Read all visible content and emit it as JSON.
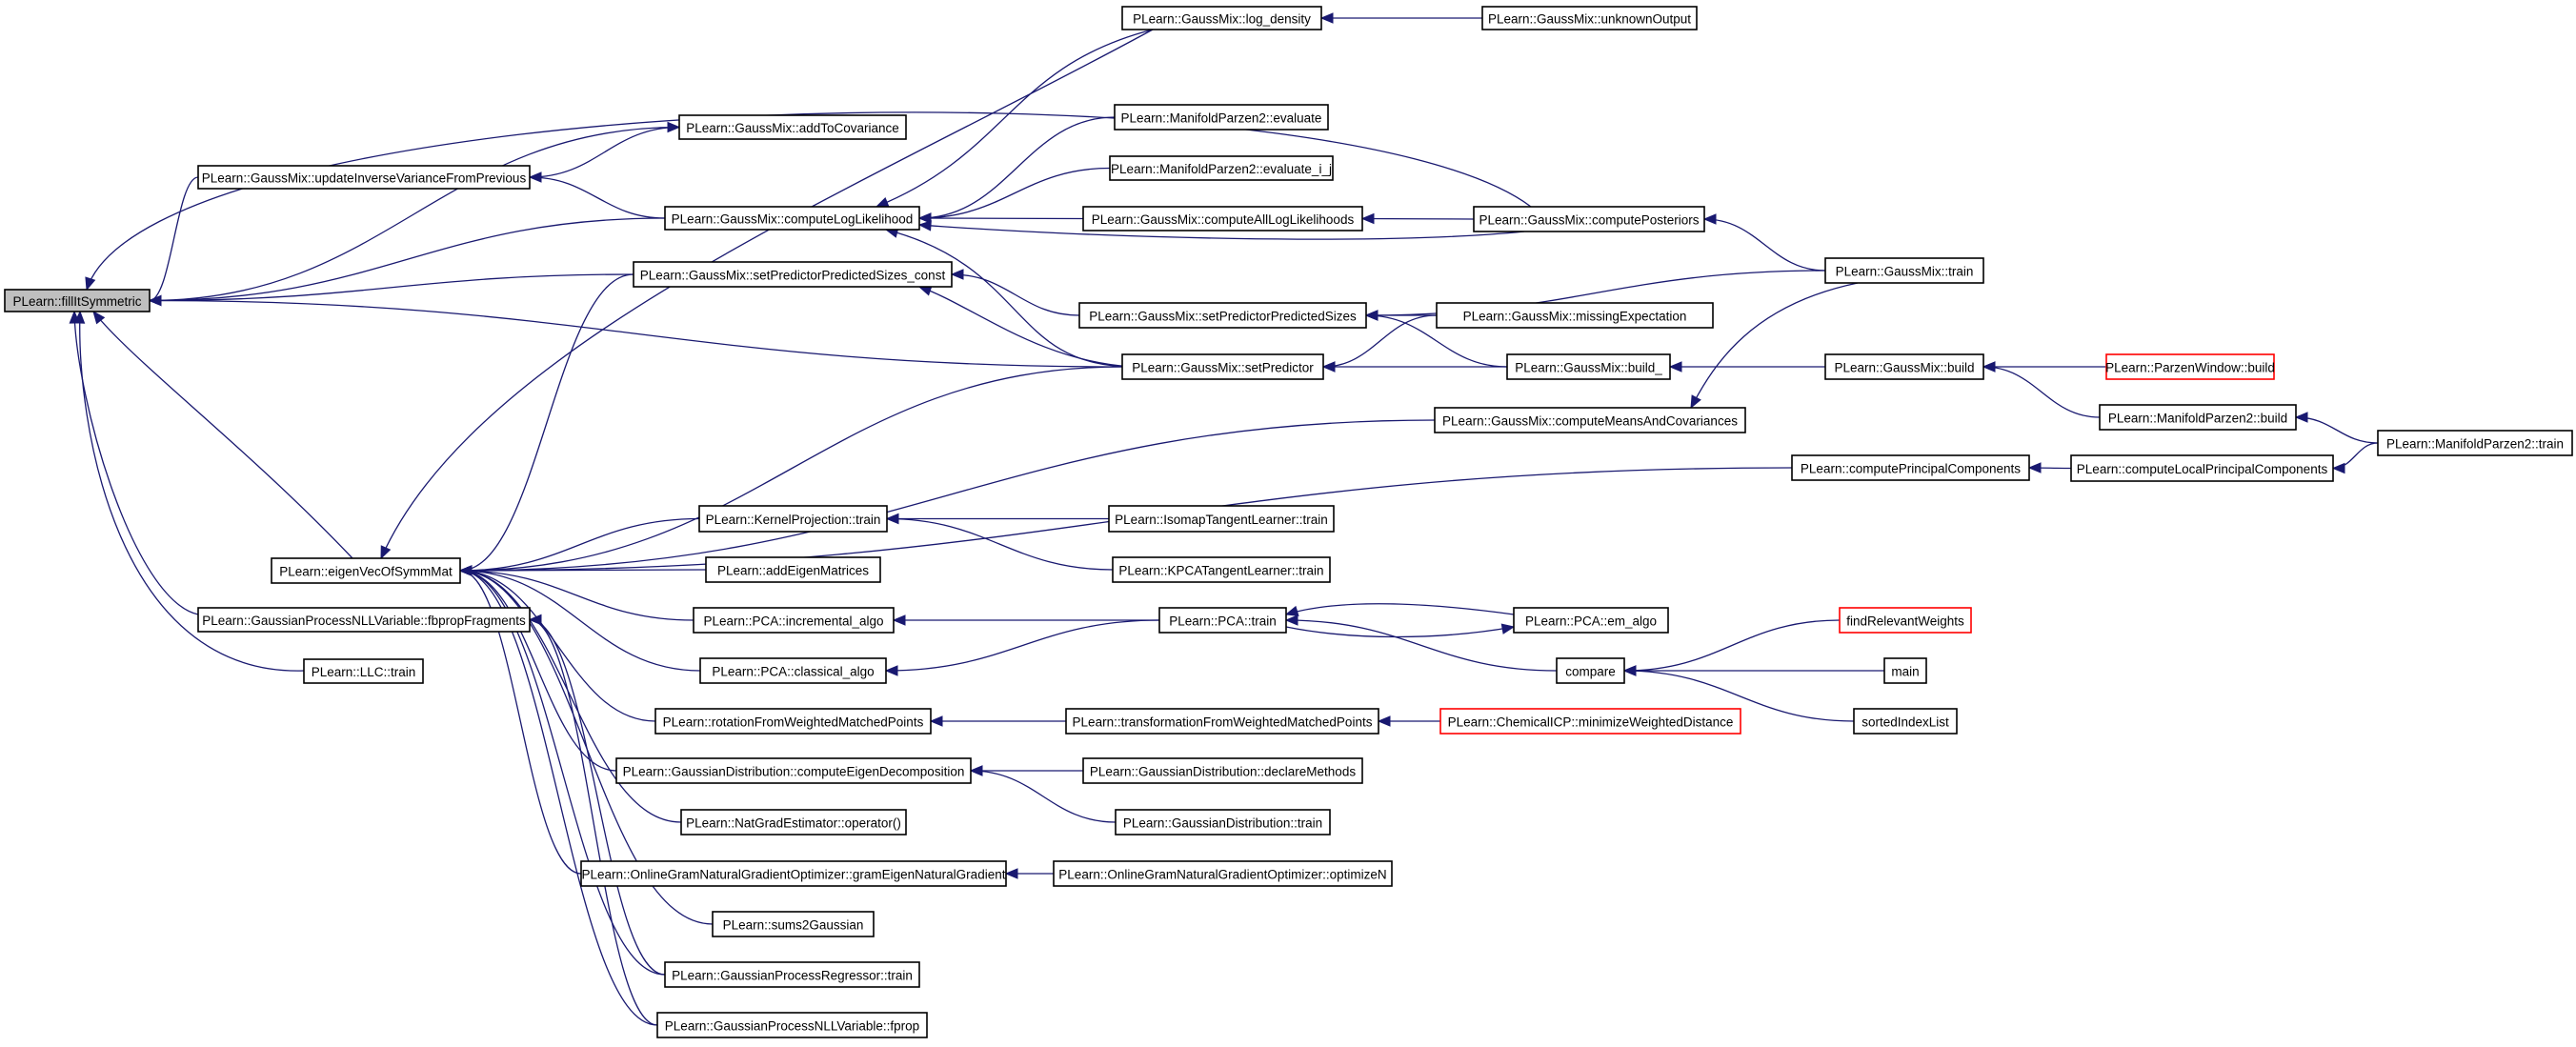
{
  "colors": {
    "edge": "#191970",
    "node_border": "#000000",
    "truncated_border": "#ff0000",
    "root_fill": "#bfbfbf"
  },
  "nodes": [
    {
      "id": "root",
      "label": "PLearn::fillItSymmetric",
      "role": "root"
    },
    {
      "id": "addToCov",
      "label": "PLearn::GaussMix::addToCovariance"
    },
    {
      "id": "updInv",
      "label": "PLearn::GaussMix::updateInverseVarianceFromPrevious"
    },
    {
      "id": "compLogLik",
      "label": "PLearn::GaussMix::computeLogLikelihood"
    },
    {
      "id": "setPPSconst",
      "label": "PLearn::GaussMix::setPredictorPredictedSizes_const"
    },
    {
      "id": "eigen",
      "label": "PLearn::eigenVecOfSymmMat"
    },
    {
      "id": "gpnllFb",
      "label": "PLearn::GaussianProcessNLLVariable::fbpropFragments"
    },
    {
      "id": "llc",
      "label": "PLearn::LLC::train"
    },
    {
      "id": "logDensity",
      "label": "PLearn::GaussMix::log_density"
    },
    {
      "id": "unknownOut",
      "label": "PLearn::GaussMix::unknownOutput"
    },
    {
      "id": "mpEval",
      "label": "PLearn::ManifoldParzen2::evaluate"
    },
    {
      "id": "mpEvalIJ",
      "label": "PLearn::ManifoldParzen2::evaluate_i_j"
    },
    {
      "id": "compAllLog",
      "label": "PLearn::GaussMix::computeAllLogLikelihoods"
    },
    {
      "id": "compPost",
      "label": "PLearn::GaussMix::computePosteriors"
    },
    {
      "id": "gmTrain",
      "label": "PLearn::GaussMix::train"
    },
    {
      "id": "setPPS",
      "label": "PLearn::GaussMix::setPredictorPredictedSizes"
    },
    {
      "id": "missExp",
      "label": "PLearn::GaussMix::missingExpectation"
    },
    {
      "id": "setPred",
      "label": "PLearn::GaussMix::setPredictor"
    },
    {
      "id": "build_",
      "label": "PLearn::GaussMix::build_"
    },
    {
      "id": "gmBuild",
      "label": "PLearn::GaussMix::build"
    },
    {
      "id": "pwBuild",
      "label": "PLearn::ParzenWindow::build",
      "role": "truncated"
    },
    {
      "id": "compMeans",
      "label": "PLearn::GaussMix::computeMeansAndCovariances"
    },
    {
      "id": "mpBuild",
      "label": "PLearn::ManifoldParzen2::build"
    },
    {
      "id": "mpTrain",
      "label": "PLearn::ManifoldParzen2::train"
    },
    {
      "id": "compPC",
      "label": "PLearn::computePrincipalComponents"
    },
    {
      "id": "compLocPC",
      "label": "PLearn::computeLocalPrincipalComponents"
    },
    {
      "id": "kpTrain",
      "label": "PLearn::KernelProjection::train"
    },
    {
      "id": "isoTrain",
      "label": "PLearn::IsomapTangentLearner::train"
    },
    {
      "id": "kpcaTrain",
      "label": "PLearn::KPCATangentLearner::train"
    },
    {
      "id": "addEig",
      "label": "PLearn::addEigenMatrices"
    },
    {
      "id": "pcaInc",
      "label": "PLearn::PCA::incremental_algo"
    },
    {
      "id": "pcaTrain",
      "label": "PLearn::PCA::train"
    },
    {
      "id": "pcaEm",
      "label": "PLearn::PCA::em_algo"
    },
    {
      "id": "pcaClass",
      "label": "PLearn::PCA::classical_algo"
    },
    {
      "id": "compare",
      "label": "compare"
    },
    {
      "id": "findRel",
      "label": "findRelevantWeights",
      "role": "truncated"
    },
    {
      "id": "main",
      "label": "main"
    },
    {
      "id": "sortedIdx",
      "label": "sortedIndexList"
    },
    {
      "id": "rotWMP",
      "label": "PLearn::rotationFromWeightedMatchedPoints"
    },
    {
      "id": "transWMP",
      "label": "PLearn::transformationFromWeightedMatchedPoints"
    },
    {
      "id": "chemICP",
      "label": "PLearn::ChemicalICP::minimizeWeightedDistance",
      "role": "truncated"
    },
    {
      "id": "gdEigen",
      "label": "PLearn::GaussianDistribution::computeEigenDecomposition"
    },
    {
      "id": "gdDeclare",
      "label": "PLearn::GaussianDistribution::declareMethods"
    },
    {
      "id": "gdTrain",
      "label": "PLearn::GaussianDistribution::train"
    },
    {
      "id": "natGrad",
      "label": "PLearn::NatGradEstimator::operator()"
    },
    {
      "id": "ognGram",
      "label": "PLearn::OnlineGramNaturalGradientOptimizer::gramEigenNaturalGradient"
    },
    {
      "id": "ognOpt",
      "label": "PLearn::OnlineGramNaturalGradientOptimizer::optimizeN"
    },
    {
      "id": "sums2g",
      "label": "PLearn::sums2Gaussian"
    },
    {
      "id": "gprTrain",
      "label": "PLearn::GaussianProcessRegressor::train"
    },
    {
      "id": "gpnllFprop",
      "label": "PLearn::GaussianProcessNLLVariable::fprop"
    }
  ],
  "edges": [
    [
      "addToCov",
      "root"
    ],
    [
      "updInv",
      "root"
    ],
    [
      "compLogLik",
      "root"
    ],
    [
      "setPPSconst",
      "root"
    ],
    [
      "setPred",
      "root"
    ],
    [
      "eigen",
      "root"
    ],
    [
      "gpnllFb",
      "root"
    ],
    [
      "llc",
      "root"
    ],
    [
      "compPost",
      "root"
    ],
    [
      "updInv",
      "addToCov"
    ],
    [
      "compLogLik",
      "updInv"
    ],
    [
      "logDensity",
      "compLogLik"
    ],
    [
      "mpEval",
      "compLogLik"
    ],
    [
      "mpEvalIJ",
      "compLogLik"
    ],
    [
      "compAllLog",
      "compLogLik"
    ],
    [
      "compPost",
      "compLogLik"
    ],
    [
      "setPred",
      "compLogLik"
    ],
    [
      "unknownOut",
      "logDensity"
    ],
    [
      "compPost",
      "compAllLog"
    ],
    [
      "gmTrain",
      "compPost"
    ],
    [
      "setPPS",
      "setPPSconst"
    ],
    [
      "setPred",
      "setPPSconst"
    ],
    [
      "missExp",
      "setPPS"
    ],
    [
      "build_",
      "setPPS"
    ],
    [
      "gmTrain",
      "setPPS"
    ],
    [
      "missExp",
      "setPred"
    ],
    [
      "build_",
      "setPred"
    ],
    [
      "gmBuild",
      "build_"
    ],
    [
      "pwBuild",
      "gmBuild"
    ],
    [
      "mpBuild",
      "gmBuild"
    ],
    [
      "mpTrain",
      "mpBuild"
    ],
    [
      "gmTrain",
      "compMeans"
    ],
    [
      "logDensity",
      "eigen"
    ],
    [
      "setPPSconst",
      "eigen"
    ],
    [
      "setPred",
      "eigen"
    ],
    [
      "compMeans",
      "eigen"
    ],
    [
      "compPC",
      "eigen"
    ],
    [
      "kpTrain",
      "eigen"
    ],
    [
      "addEig",
      "eigen"
    ],
    [
      "pcaInc",
      "eigen"
    ],
    [
      "pcaClass",
      "eigen"
    ],
    [
      "rotWMP",
      "eigen"
    ],
    [
      "gdEigen",
      "eigen"
    ],
    [
      "natGrad",
      "eigen"
    ],
    [
      "ognGram",
      "eigen"
    ],
    [
      "sums2g",
      "eigen"
    ],
    [
      "gprTrain",
      "eigen"
    ],
    [
      "gpnllFprop",
      "eigen"
    ],
    [
      "compLocPC",
      "compPC"
    ],
    [
      "mpTrain",
      "compLocPC"
    ],
    [
      "isoTrain",
      "kpTrain"
    ],
    [
      "kpcaTrain",
      "kpTrain"
    ],
    [
      "pcaTrain",
      "pcaInc"
    ],
    [
      "pcaTrain",
      "pcaClass"
    ],
    [
      "pcaEm",
      "pcaTrain"
    ],
    [
      "compare",
      "pcaTrain"
    ],
    [
      "pcaTrain",
      "pcaEm"
    ],
    [
      "findRel",
      "compare"
    ],
    [
      "main",
      "compare"
    ],
    [
      "sortedIdx",
      "compare"
    ],
    [
      "transWMP",
      "rotWMP"
    ],
    [
      "chemICP",
      "transWMP"
    ],
    [
      "gdDeclare",
      "gdEigen"
    ],
    [
      "gdTrain",
      "gdEigen"
    ],
    [
      "ognOpt",
      "ognGram"
    ],
    [
      "gprTrain",
      "gpnllFb"
    ],
    [
      "gpnllFprop",
      "gpnllFb"
    ]
  ]
}
